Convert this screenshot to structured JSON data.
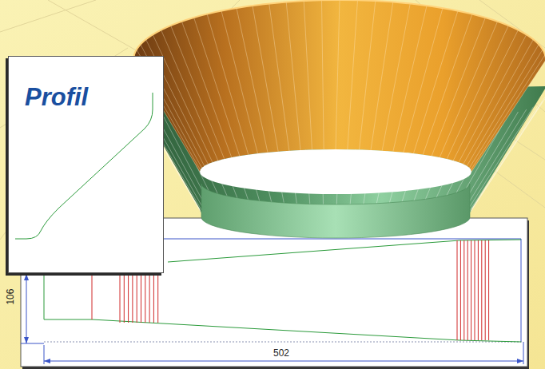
{
  "diagram": {
    "nodes": [
      {
        "text": [
          "Profil"
        ]
      }
    ],
    "labels": [
      "106",
      "502"
    ]
  }
}
